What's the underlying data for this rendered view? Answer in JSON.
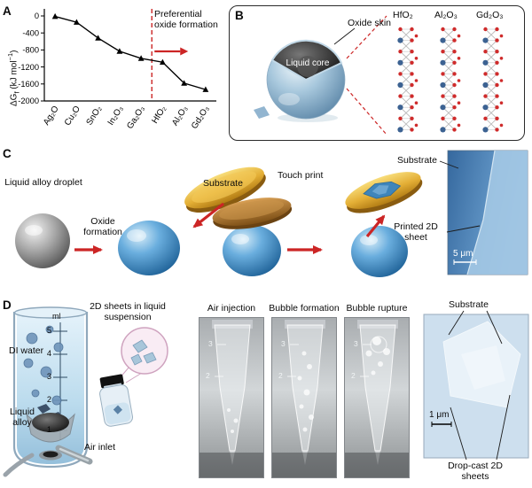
{
  "panels": {
    "a": {
      "label": "A",
      "ylabel_pre": "ΔG",
      "ylabel_sub": "f",
      "ylabel_mid": " (kJ mol",
      "ylabel_sup": "−1",
      "ylabel_end": ")"
    },
    "b": {
      "label": "B",
      "oxide_skin": "Oxide skin",
      "liquid_core": "Liquid core",
      "crystals": [
        "HfO₂",
        "Al₂O₃",
        "Gd₂O₃"
      ]
    },
    "c": {
      "label": "C",
      "liquid_alloy_droplet": "Liquid alloy droplet",
      "oxide_formation": "Oxide formation",
      "substrate": "Substrate",
      "touch_print": "Touch print",
      "micrograph": {
        "substrate": "Substrate",
        "printed_sheet": "Printed 2D sheet",
        "scale_bar": "5 μm"
      }
    },
    "d": {
      "label": "D",
      "suspension": "2D sheets in liquid suspension",
      "ml": "ml",
      "graduations": [
        "5",
        "4",
        "3",
        "2",
        "1"
      ],
      "di_water": "DI water",
      "liquid_alloy": "Liquid alloy",
      "air_inlet": "Air inlet",
      "photo_labels": [
        "Air injection",
        "Bubble formation",
        "Bubble rupture"
      ],
      "photo_marks": [
        "3",
        "2"
      ],
      "micrograph": {
        "substrate": "Substrate",
        "scale_bar": "1 μm",
        "drop_cast": "Drop-cast 2D sheets"
      }
    }
  },
  "chart_data": {
    "type": "line",
    "categories": [
      "Ag₂O",
      "Cu₂O",
      "SnO₂",
      "In₂O₃",
      "Ga₂O₃",
      "HfO₂",
      "Al₂O₃",
      "Gd₂O₃"
    ],
    "values": [
      -11,
      -148,
      -520,
      -831,
      -998,
      -1088,
      -1582,
      -1732
    ],
    "title": "",
    "xlabel": "",
    "ylabel": "ΔGf (kJ mol⁻¹)",
    "ylim": [
      -2000,
      0
    ],
    "yticks": [
      0,
      -400,
      -800,
      -1200,
      -1600,
      -2000
    ],
    "divider_after_index": 4,
    "annotation": "Preferential oxide formation",
    "marker": "triangle",
    "line_color": "#000000",
    "divider_color": "#cc2525",
    "grid": false,
    "legend": false
  }
}
